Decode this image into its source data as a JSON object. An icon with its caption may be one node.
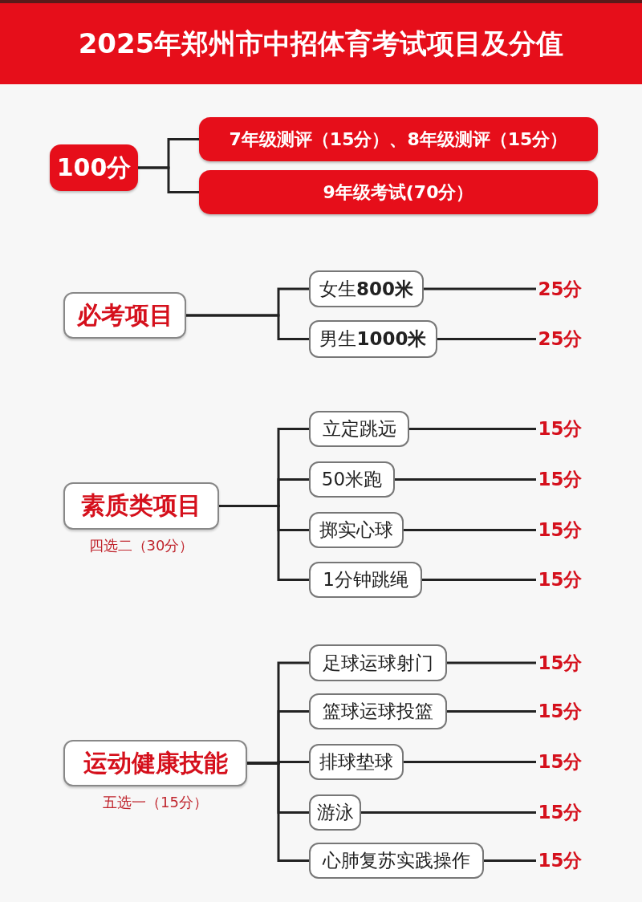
{
  "diagram": {
    "title": "2025年郑州市中招体育考试项目及分值",
    "nodes": [
      {
        "text": [
          "100分"
        ]
      },
      {
        "text": [
          "7年级测评（15分）、8年级测评（15分）"
        ]
      },
      {
        "text": [
          "9年级考试(70分）"
        ]
      },
      {
        "text": [
          "必考项目"
        ]
      },
      {
        "text": [
          "女生**800米**"
        ]
      },
      {
        "text": [
          "25分"
        ]
      },
      {
        "text": [
          "男生**1000米**"
        ]
      },
      {
        "text": [
          "25分"
        ]
      },
      {
        "text": [
          "素质类项目"
        ],
        "beside": [
          "四选二（30分）"
        ]
      },
      {
        "text": [
          "立定跳远"
        ]
      },
      {
        "text": [
          "15分"
        ]
      },
      {
        "text": [
          "50米跑"
        ]
      },
      {
        "text": [
          "15分"
        ]
      },
      {
        "text": [
          "掷实心球"
        ]
      },
      {
        "text": [
          "15分"
        ]
      },
      {
        "text": [
          "1分钟跳绳"
        ]
      },
      {
        "text": [
          "15分"
        ]
      },
      {
        "text": [
          "运动健康技能"
        ],
        "beside": [
          "五选一（15分）"
        ]
      },
      {
        "text": [
          "足球运球射门"
        ]
      },
      {
        "text": [
          "15分"
        ]
      },
      {
        "text": [
          "篮球运球投篮"
        ]
      },
      {
        "text": [
          "15分"
        ]
      },
      {
        "text": [
          "排球垫球"
        ]
      },
      {
        "text": [
          "15分"
        ]
      },
      {
        "text": [
          "游泳"
        ]
      },
      {
        "text": [
          "15分"
        ]
      },
      {
        "text": [
          "心肺复苏实践操作"
        ]
      },
      {
        "text": [
          "15分"
        ]
      }
    ],
    "edges": [
      {
        "from": 0,
        "to": 1,
        "arrow": "none"
      },
      {
        "from": 0,
        "to": 2,
        "arrow": "none"
      },
      {
        "from": 3,
        "to": 4,
        "arrow": "none"
      },
      {
        "from": 3,
        "to": 6,
        "arrow": "none"
      },
      {
        "from": 4,
        "to": 5,
        "arrow": "none"
      },
      {
        "from": 6,
        "to": 7,
        "arrow": "none"
      },
      {
        "from": 8,
        "to": 9,
        "arrow": "none"
      },
      {
        "from": 8,
        "to": 11,
        "arrow": "none"
      },
      {
        "from": 8,
        "to": 13,
        "arrow": "none"
      },
      {
        "from": 8,
        "to": 15,
        "arrow": "none"
      },
      {
        "from": 9,
        "to": 10,
        "arrow": "none"
      },
      {
        "from": 11,
        "to": 12,
        "arrow": "none"
      },
      {
        "from": 13,
        "to": 14,
        "arrow": "none"
      },
      {
        "from": 15,
        "to": 16,
        "arrow": "none"
      },
      {
        "from": 17,
        "to": 18,
        "arrow": "none"
      },
      {
        "from": 17,
        "to": 20,
        "arrow": "none"
      },
      {
        "from": 17,
        "to": 22,
        "arrow": "none"
      },
      {
        "from": 17,
        "to": 24,
        "arrow": "none"
      },
      {
        "from": 17,
        "to": 26,
        "arrow": "none"
      },
      {
        "from": 18,
        "to": 19,
        "arrow": "none"
      },
      {
        "from": 20,
        "to": 21,
        "arrow": "none"
      },
      {
        "from": 22,
        "to": 23,
        "arrow": "none"
      },
      {
        "from": 24,
        "to": 25,
        "arrow": "none"
      },
      {
        "from": 26,
        "to": 27,
        "arrow": "none"
      }
    ]
  }
}
